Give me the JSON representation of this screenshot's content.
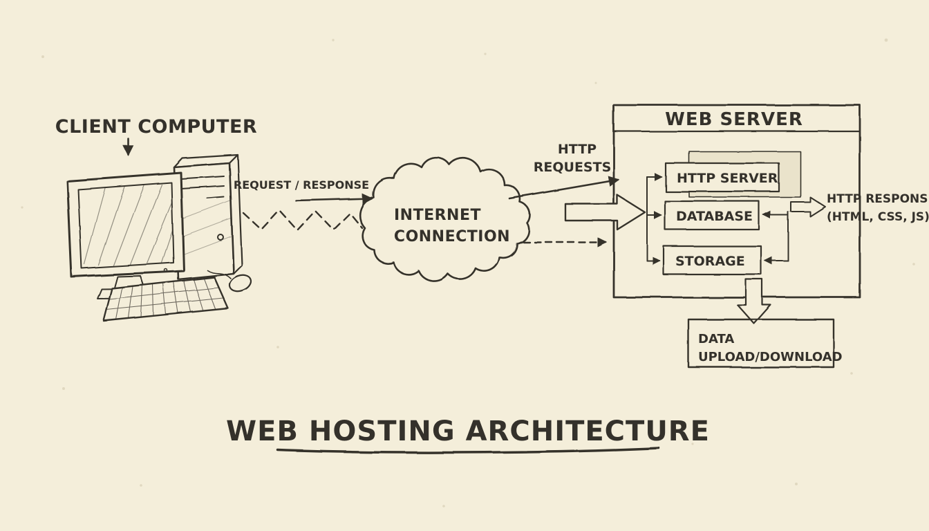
{
  "colors": {
    "background": "#f4eeda",
    "ink": "#34312b",
    "shade": "#eae3cb"
  },
  "title": {
    "text": "WEB HOSTING ARCHITECTURE"
  },
  "client": {
    "label": "CLIENT COMPUTER"
  },
  "link": {
    "request_response": "REQUEST / RESPONSE"
  },
  "cloud": {
    "line1": "INTERNET",
    "line2": "CONNECTION"
  },
  "http_requests": {
    "line1": "HTTP",
    "line2": "REQUESTS"
  },
  "server": {
    "title": "WEB SERVER",
    "components": [
      {
        "label": "HTTP SERVER"
      },
      {
        "label": "DATABASE"
      },
      {
        "label": "STORAGE"
      }
    ]
  },
  "response": {
    "line1": "HTTP RESPONSE",
    "line2": "(HTML, CSS, JS)"
  },
  "data_box": {
    "line1": "DATA",
    "line2": "UPLOAD/DOWNLOAD"
  }
}
